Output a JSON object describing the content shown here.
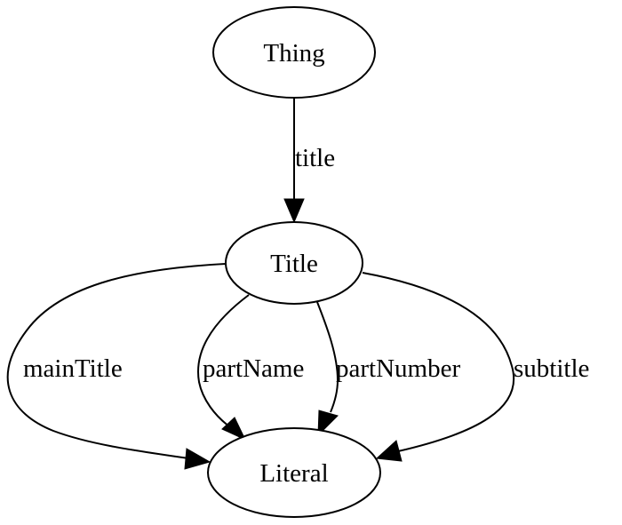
{
  "nodes": {
    "thing": "Thing",
    "title": "Title",
    "literal": "Literal"
  },
  "edges": {
    "title": "title",
    "mainTitle": "mainTitle",
    "partName": "partName",
    "partNumber": "partNumber",
    "subtitle": "subtitle"
  },
  "colors": {
    "stroke": "#000000",
    "background": "#ffffff"
  }
}
